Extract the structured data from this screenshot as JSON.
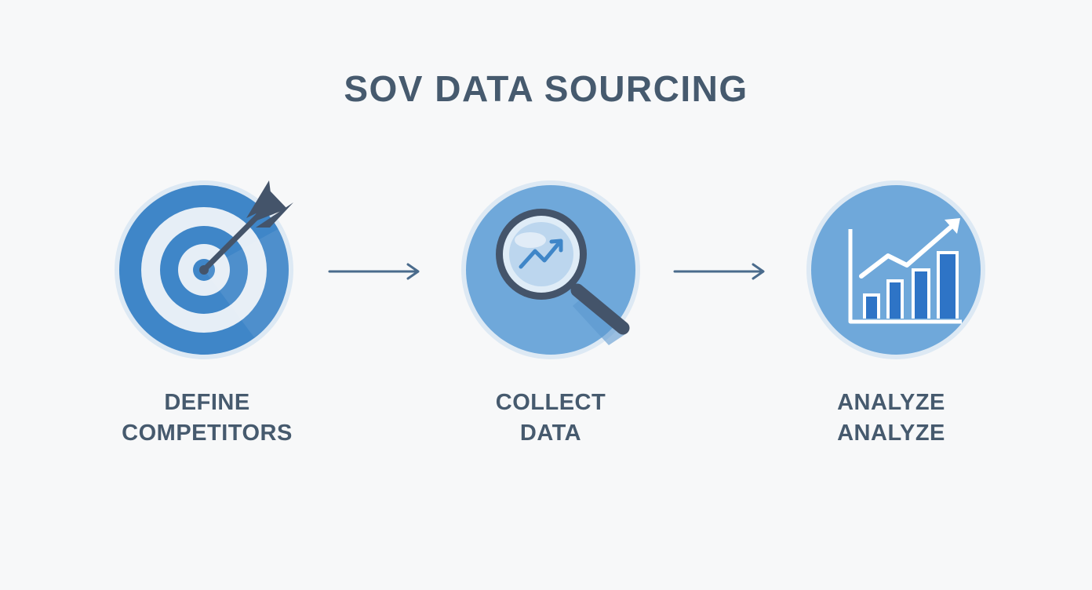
{
  "title": "SOV DATA SOURCING",
  "steps": [
    {
      "line1": "DEFINE",
      "line2": "COMPETITORS",
      "icon": "target-icon"
    },
    {
      "line1": "COLLECT",
      "line2": "DATA",
      "icon": "magnifier-icon"
    },
    {
      "line1": "ANALYZE",
      "line2": "ANALYZE",
      "icon": "bar-chart-icon"
    }
  ],
  "colors": {
    "title_text": "#465a6e",
    "circle_blue": "#3f86c8",
    "circle_light": "#6fa8da",
    "halo": "#dbe9f5",
    "dark_navy": "#44546a",
    "bar_blue": "#2e74c6",
    "arrow": "#4a6b8c",
    "background": "#f7f8f9"
  }
}
